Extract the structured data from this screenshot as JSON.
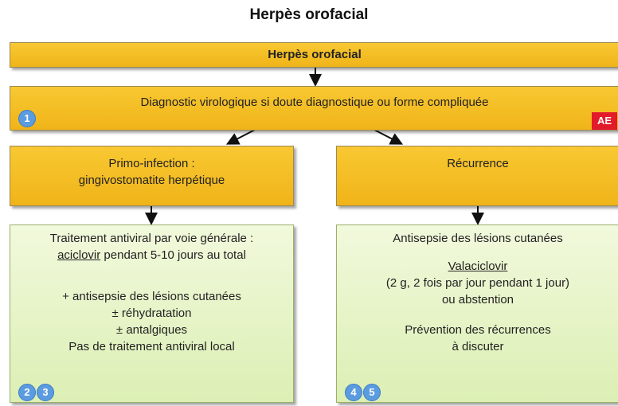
{
  "title": "Herpès orofacial",
  "top_box": "Herpès orofacial",
  "diagnostic_box": {
    "text": "Diagnostic virologique si doute diagnostique ou forme compliquée",
    "badge": "1",
    "tag": "AE"
  },
  "primo": {
    "line1": "Primo-infection :",
    "line2": "gingivostomatite herpétique"
  },
  "recurrence": {
    "label": "Récurrence"
  },
  "primo_treatment": {
    "line1": "Traitement antiviral par voie générale :",
    "drug": "aciclovir",
    "line2_rest": " pendant 5-10 jours au total",
    "line3": "+ antisepsie des lésions cutanées",
    "line4": "± réhydratation",
    "line5": "± antalgiques",
    "line6": "Pas de traitement antiviral local",
    "badges": [
      "2",
      "3"
    ]
  },
  "recurrence_treatment": {
    "line1": "Antisepsie des lésions cutanées",
    "drug": "Valaciclovir",
    "line2": "(2 g, 2 fois par jour pendant 1 jour)",
    "line3": "ou abstention",
    "line4": "Prévention des récurrences",
    "line5": "à discuter",
    "badges": [
      "4",
      "5"
    ]
  },
  "colors": {
    "yellow": "#f0b419",
    "green": "#e6f4c8",
    "badge_blue": "#5b9be0",
    "ae_red": "#e21b2b"
  }
}
